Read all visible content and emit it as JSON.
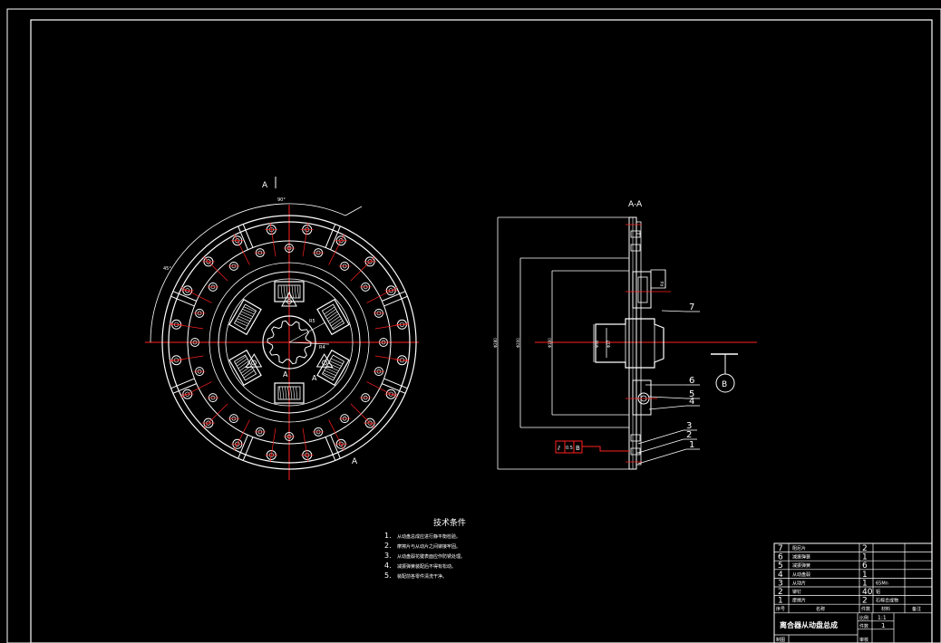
{
  "drawing": {
    "section_mark": "A",
    "section_label": "A-A",
    "detail_label": "B",
    "dim_labels": {
      "top_angle": "90°",
      "left_angle": "45°",
      "hub_a": "R5",
      "hub_b": "R4"
    },
    "balloons": [
      "7",
      "6",
      "5",
      "4",
      "3",
      "2",
      "1"
    ],
    "tolerance_frame": [
      "⫽",
      "0.5",
      "B"
    ]
  },
  "tech_requirements": {
    "title": "技术条件",
    "items": [
      {
        "num": "1.",
        "text": "从动盘总成应进行静平衡检验。"
      },
      {
        "num": "2.",
        "text": "摩擦片与从动片之间铆接牢固。"
      },
      {
        "num": "3.",
        "text": "从动盘毂花键表面应作防锈处理。"
      },
      {
        "num": "4.",
        "text": "减振弹簧装配后不得有松动。"
      },
      {
        "num": "5.",
        "text": "装配前各零件清洗干净。"
      }
    ]
  },
  "title_block": {
    "parts": [
      {
        "no": "7",
        "name": "阻尼片",
        "qty": "2",
        "material": ""
      },
      {
        "no": "6",
        "name": "减振弹簧",
        "qty": "1",
        "material": ""
      },
      {
        "no": "5",
        "name": "减振弹簧",
        "qty": "6",
        "material": ""
      },
      {
        "no": "4",
        "name": "从动盘毂",
        "qty": "1",
        "material": ""
      },
      {
        "no": "3",
        "name": "从动片",
        "qty": "1",
        "material": "65Mn"
      },
      {
        "no": "2",
        "name": "铆钉",
        "qty": "40",
        "material": "铝"
      },
      {
        "no": "1",
        "name": "摩擦片",
        "qty": "2",
        "material": "石棉合成物"
      }
    ],
    "header": {
      "no": "序号",
      "name": "名称",
      "qty": "件数",
      "material": "材料",
      "note": "备注"
    },
    "title": "离合器从动盘总成",
    "scale_label": "比例",
    "scale_value": "1:1",
    "sheet_label": "件数",
    "sheet_value": "1",
    "designer_label": "制图",
    "review_label": "审核"
  },
  "colors": {
    "line": "#ffffff",
    "center": "#ff2020",
    "background": "#000000"
  }
}
